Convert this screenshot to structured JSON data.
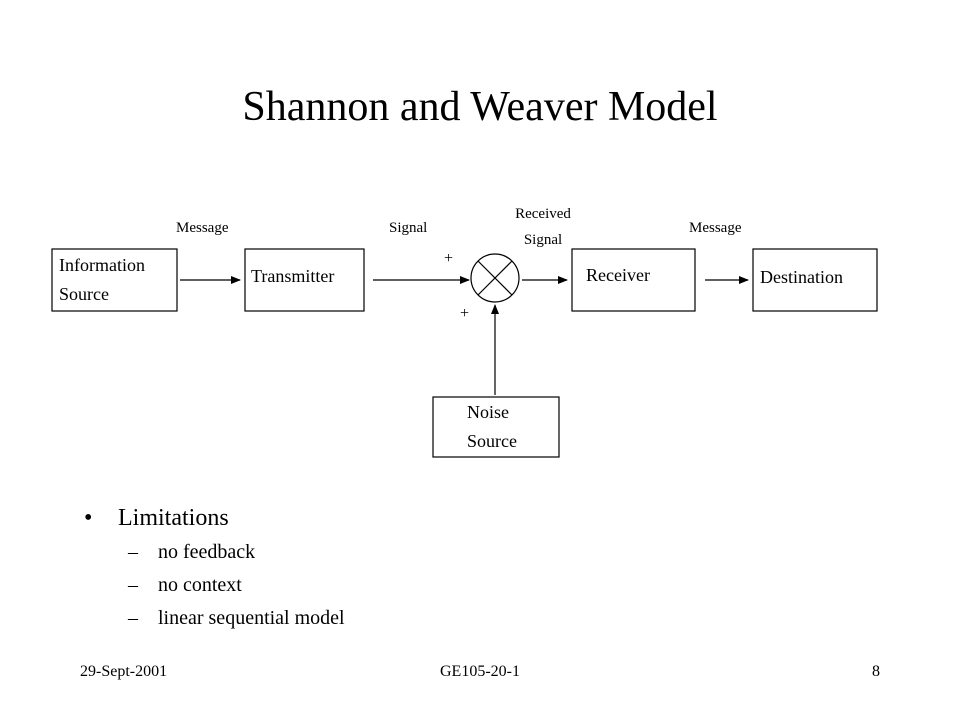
{
  "title": "Shannon and Weaver Model",
  "diagram": {
    "blocks": {
      "information_source": [
        "Information",
        "Source"
      ],
      "transmitter": "Transmitter",
      "receiver": "Receiver",
      "destination": "Destination",
      "noise_source": [
        "Noise",
        "Source"
      ]
    },
    "labels": {
      "message_left": "Message",
      "signal": "Signal",
      "received_signal": [
        "Received",
        "Signal"
      ],
      "message_right": "Message",
      "plus_top": "+",
      "plus_bottom": "+"
    }
  },
  "bullets": {
    "main": "Limitations",
    "bullet_glyph": "•",
    "dash_glyph": "–",
    "items": [
      "no feedback",
      "no context",
      "linear sequential model"
    ]
  },
  "footer": {
    "date": "29-Sept-2001",
    "course": "GE105-20-1",
    "page": "8"
  }
}
